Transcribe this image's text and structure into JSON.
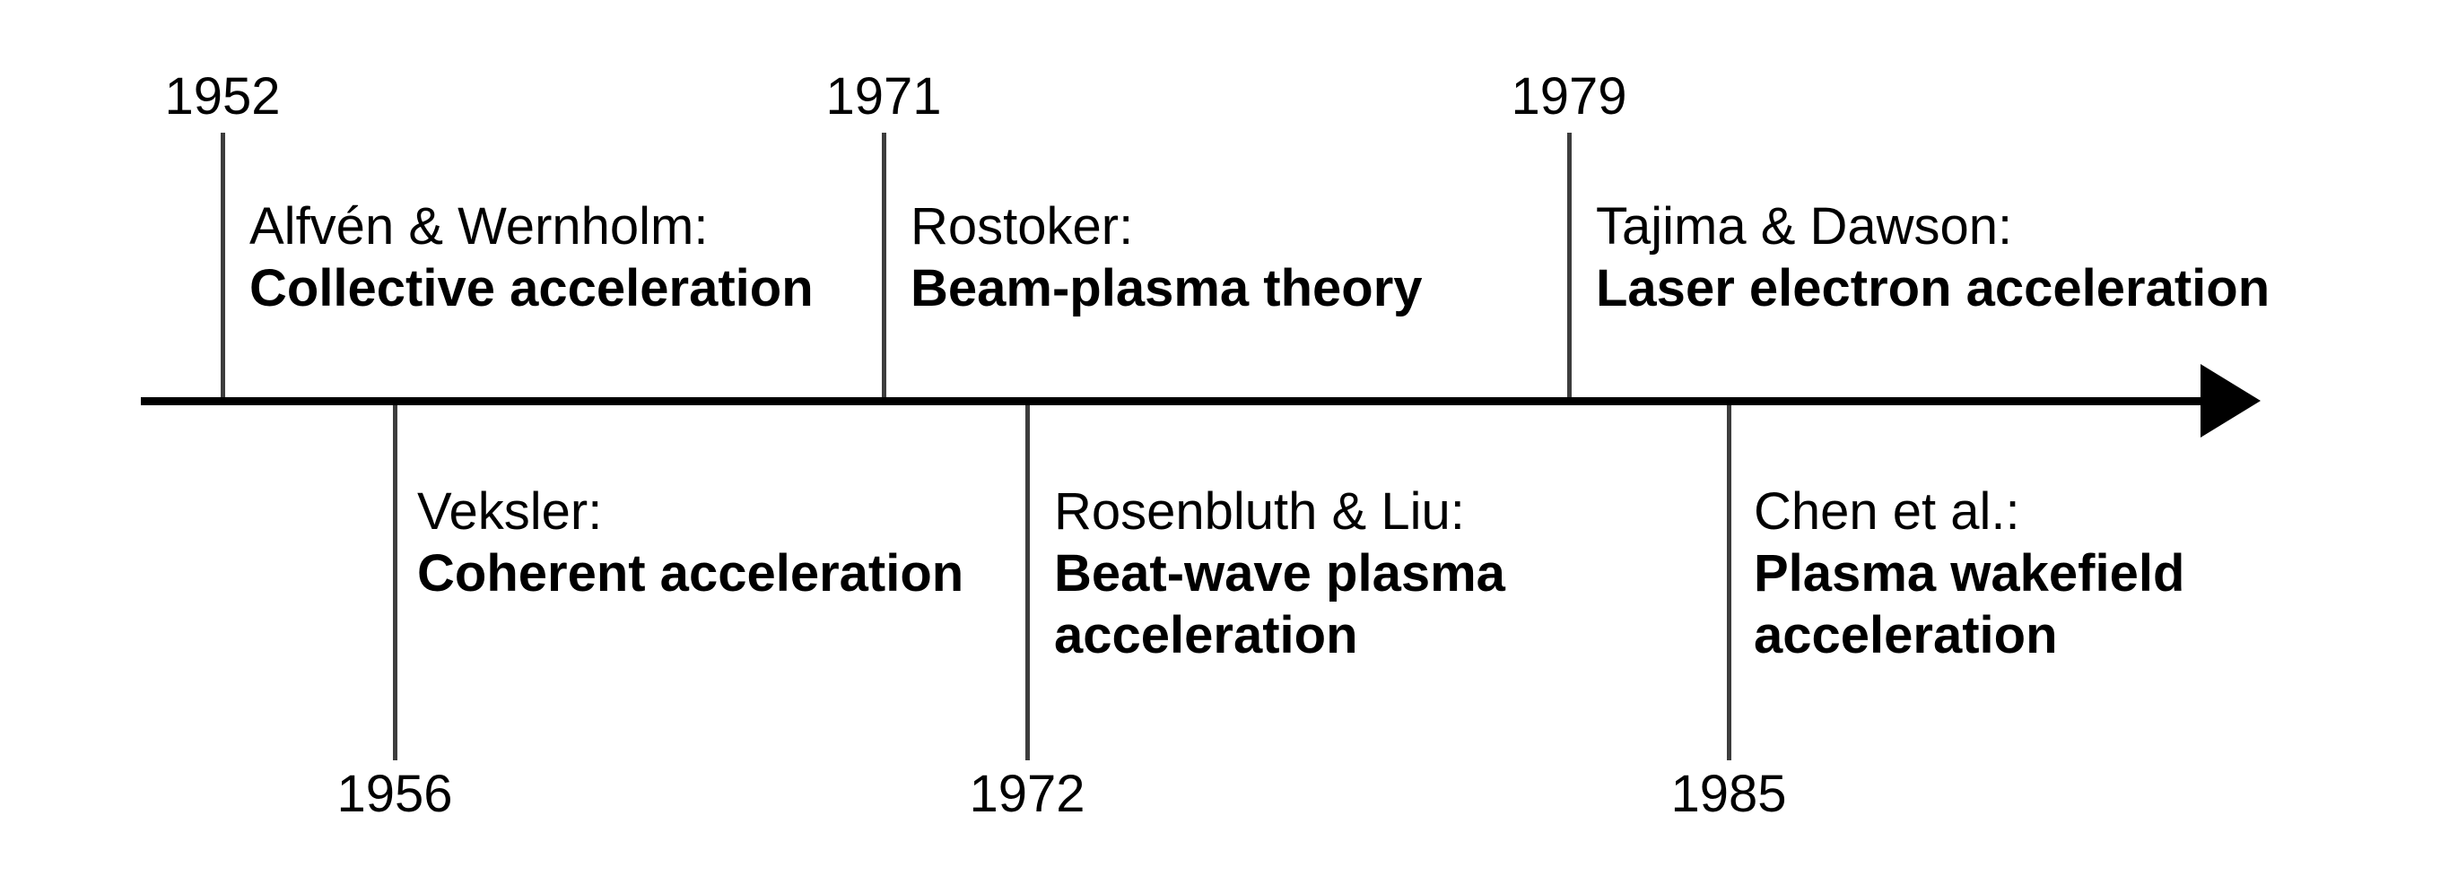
{
  "timeline": {
    "direction": "left-to-right",
    "arrow": "right",
    "colors": {
      "background": "#ffffff",
      "axis": "#000000",
      "tick": "#3d3d3d",
      "text": "#000000"
    },
    "events": [
      {
        "year": "1952",
        "side": "above",
        "author": "Alfvén & Wernholm:",
        "topic": "Collective acceleration"
      },
      {
        "year": "1956",
        "side": "below",
        "author": "Veksler:",
        "topic": "Coherent acceleration"
      },
      {
        "year": "1971",
        "side": "above",
        "author": "Rostoker:",
        "topic": "Beam-plasma theory"
      },
      {
        "year": "1972",
        "side": "below",
        "author": "Rosenbluth & Liu:",
        "topic": "Beat-wave plasma\nacceleration"
      },
      {
        "year": "1979",
        "side": "above",
        "author": "Tajima & Dawson:",
        "topic": "Laser electron acceleration"
      },
      {
        "year": "1985",
        "side": "below",
        "author": "Chen et al.:",
        "topic": "Plasma wakefield\nacceleration"
      }
    ]
  }
}
